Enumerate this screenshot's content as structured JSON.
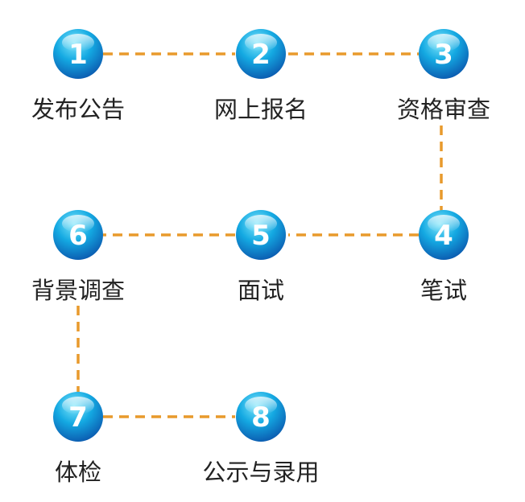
{
  "diagram": {
    "colors": {
      "connector": "#e89a2c",
      "node_light": "#5ad8f4",
      "node_mid": "#11a3dd",
      "node_dark": "#0a4fa8",
      "label": "#222222"
    },
    "steps": [
      {
        "number": "1",
        "label": "发布公告"
      },
      {
        "number": "2",
        "label": "网上报名"
      },
      {
        "number": "3",
        "label": "资格审查"
      },
      {
        "number": "4",
        "label": "笔试"
      },
      {
        "number": "5",
        "label": "面试"
      },
      {
        "number": "6",
        "label": "背景调查"
      },
      {
        "number": "7",
        "label": "体检"
      },
      {
        "number": "8",
        "label": "公示与录用"
      }
    ]
  }
}
